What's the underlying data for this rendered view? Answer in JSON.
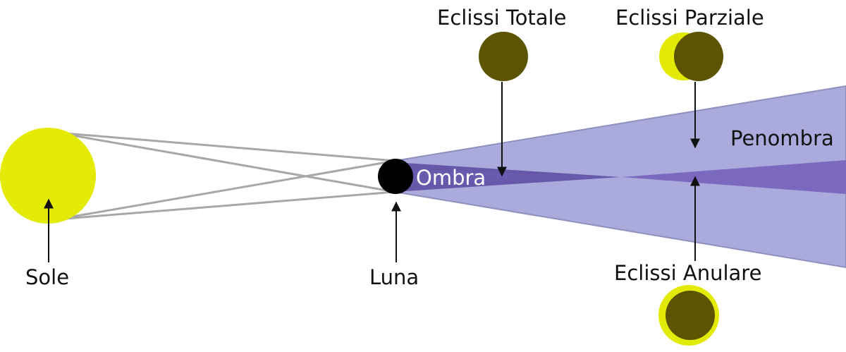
{
  "labels": {
    "sun": "Sole",
    "moon": "Luna",
    "umbra": "Ombra",
    "penumbra": "Penombra",
    "total_eclipse": "Eclissi Totale",
    "partial_eclipse": "Eclissi Parziale",
    "annular_eclipse": "Eclissi Anulare"
  },
  "colors": {
    "sun": "#e2ea06",
    "moon": "#000000",
    "eclipsed_disc": "#5c5400",
    "penumbra": "#aaaadd",
    "penumbra_edge": "#8f8fbf",
    "umbra": "#6e5bb5",
    "umbra_dark": "#4a3b86",
    "ray": "#a7a7a7",
    "arrow": "#111111"
  }
}
